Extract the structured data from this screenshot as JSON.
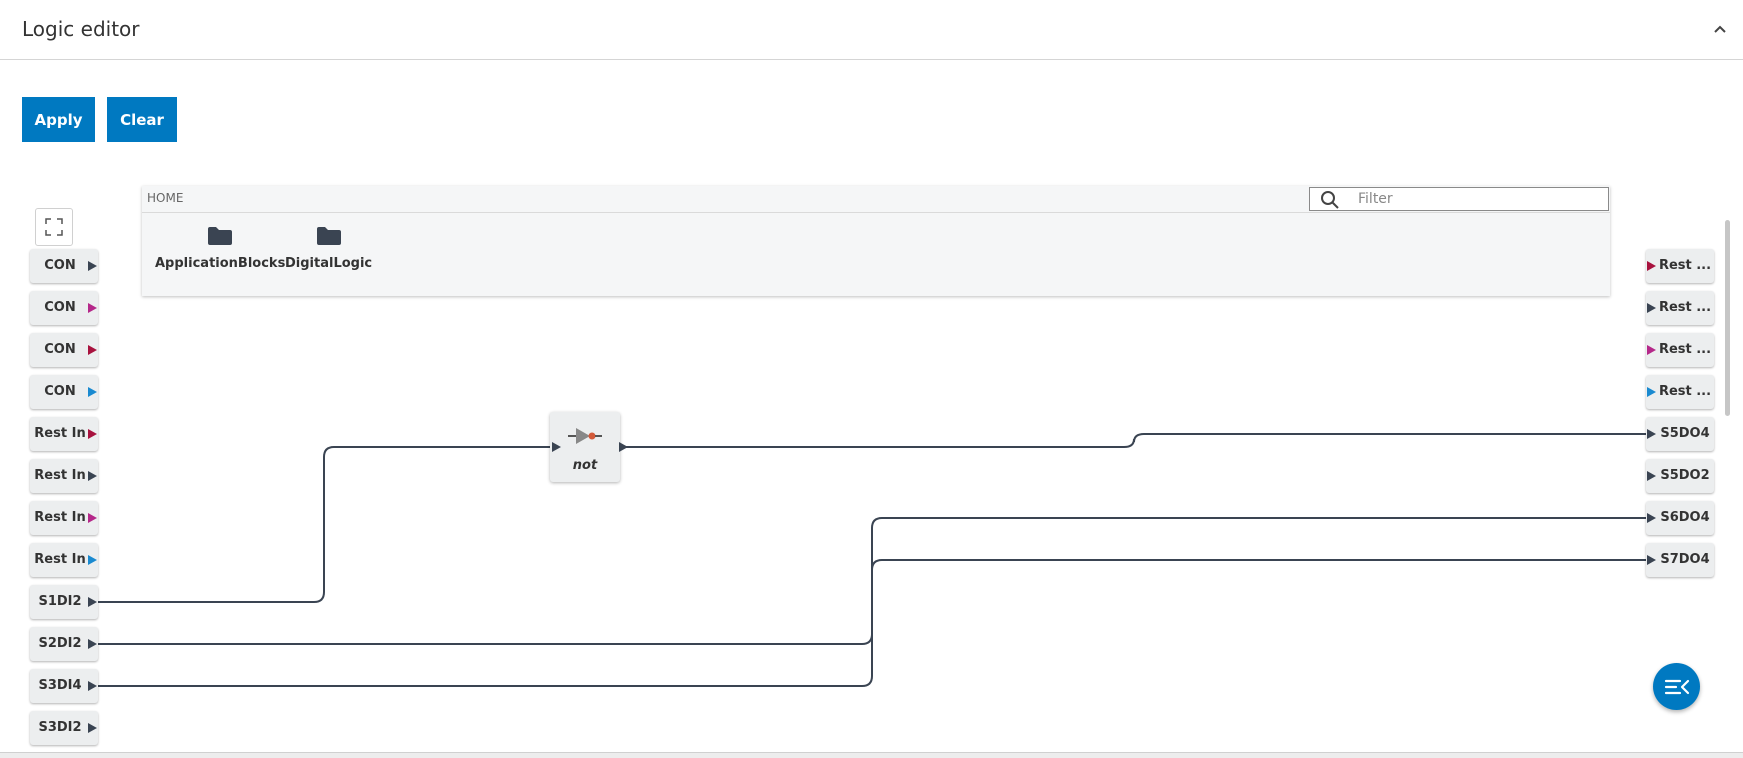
{
  "header": {
    "title": "Logic editor"
  },
  "toolbar": {
    "apply_label": "Apply",
    "clear_label": "Clear"
  },
  "library": {
    "breadcrumb": "HOME",
    "filter_placeholder": "Filter",
    "folders": [
      {
        "label": "ApplicationBlocks"
      },
      {
        "label": "DigitalLogic"
      }
    ]
  },
  "inputs": [
    {
      "label": "CON",
      "color": "#3a4452"
    },
    {
      "label": "CON",
      "color": "#b5288a"
    },
    {
      "label": "CON",
      "color": "#a8123e"
    },
    {
      "label": "CON",
      "color": "#1a8ad0"
    },
    {
      "label": "Rest In",
      "color": "#a8123e"
    },
    {
      "label": "Rest In",
      "color": "#3a4452"
    },
    {
      "label": "Rest In",
      "color": "#b5288a"
    },
    {
      "label": "Rest In",
      "color": "#1a8ad0"
    },
    {
      "label": "S1DI2",
      "color": "#3a4452"
    },
    {
      "label": "S2DI2",
      "color": "#3a4452"
    },
    {
      "label": "S3DI4",
      "color": "#3a4452"
    },
    {
      "label": "S3DI2",
      "color": "#3a4452"
    }
  ],
  "outputs": [
    {
      "label": "Rest ...",
      "color": "#a8123e"
    },
    {
      "label": "Rest ...",
      "color": "#3a4452"
    },
    {
      "label": "Rest ...",
      "color": "#b5288a"
    },
    {
      "label": "Rest ...",
      "color": "#1a8ad0"
    },
    {
      "label": "S5DO4",
      "color": "#3a4452"
    },
    {
      "label": "S5DO2",
      "color": "#3a4452"
    },
    {
      "label": "S6DO4",
      "color": "#3a4452"
    },
    {
      "label": "S7DO4",
      "color": "#3a4452"
    }
  ],
  "blocks": [
    {
      "label": "not"
    }
  ],
  "colors": {
    "accent": "#0079c1",
    "wire": "#3a4452",
    "port_bg": "#eceeef"
  },
  "icons": {
    "collapse": "chevron-up-icon",
    "expand": "expand-icon",
    "filter": "search-icon",
    "folder": "folder-icon",
    "fab": "menu-collapse-icon"
  }
}
